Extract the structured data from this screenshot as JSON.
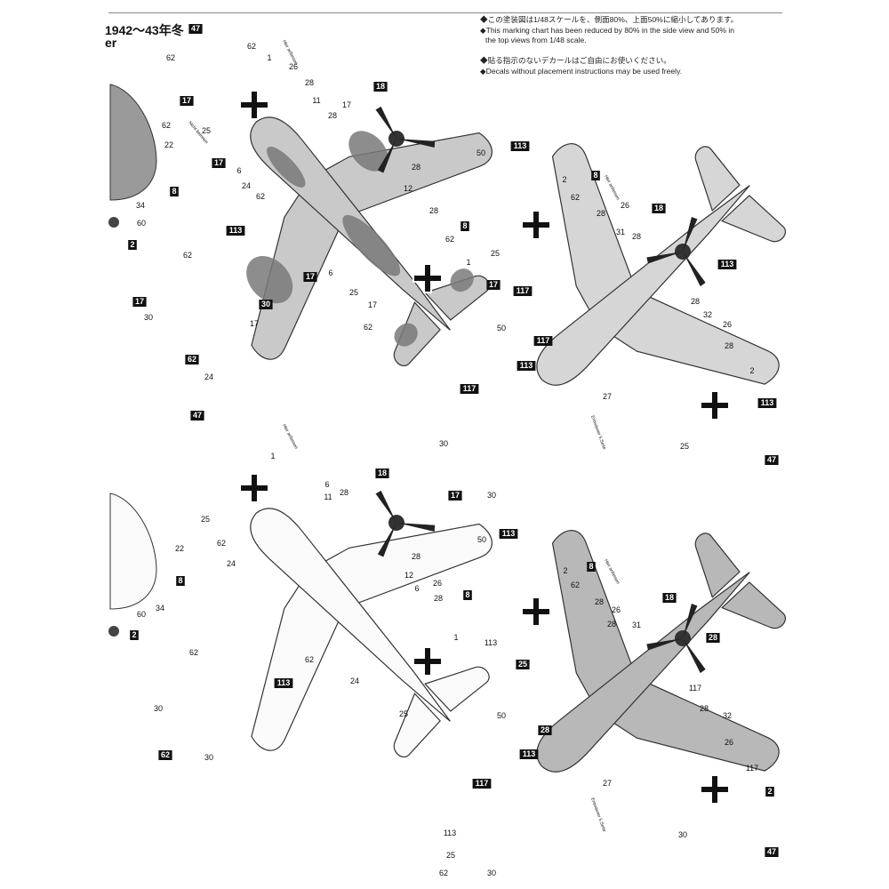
{
  "header": {
    "title": "1942～43年冬",
    "subtitle": "er"
  },
  "notes": {
    "scale_jp": "◆この塗装図は1/48スケールを、側面80%、上面50%に縮小してあります。",
    "scale_en_1": "◆This marking chart has been reduced by 80% in the side view and 50% in",
    "scale_en_2": "the top views from 1/48 scale.",
    "decal_jp": "◆貼る指示のないデカールはご自由にお使いください。",
    "decal_en": "◆Decals without placement instructions may be used freely."
  },
  "stencils": {
    "hier": "Hier anfassen",
    "nicht": "Nicht betreten",
    "entwasser": "Entwässer 5.Seite"
  },
  "views": {
    "v1": {
      "labels": [
        "47",
        "62",
        "62",
        "1",
        "26",
        "28",
        "11",
        "28",
        "17",
        "17",
        "25",
        "62",
        "22",
        "17",
        "6",
        "24",
        "62",
        "28",
        "18",
        "12",
        "28",
        "8",
        "62",
        "113",
        "1",
        "17",
        "62",
        "17",
        "17",
        "30",
        "62",
        "24",
        "6",
        "25",
        "17",
        "62",
        "17",
        "30",
        "50",
        "34",
        "60",
        "2",
        "8"
      ]
    },
    "v2": {
      "labels": [
        "50",
        "113",
        "2",
        "8",
        "62",
        "28",
        "26",
        "18",
        "31",
        "28",
        "113",
        "25",
        "117",
        "28",
        "32",
        "26",
        "28",
        "117",
        "113",
        "2",
        "27",
        "113",
        "117",
        "30",
        "25",
        "17",
        "30",
        "47"
      ]
    },
    "v3": {
      "labels": [
        "47",
        "1",
        "6",
        "11",
        "28",
        "18",
        "25",
        "62",
        "24",
        "28",
        "12",
        "6",
        "26",
        "28",
        "8",
        "22",
        "8",
        "34",
        "60",
        "2",
        "62",
        "62",
        "1",
        "113",
        "24",
        "25",
        "50",
        "30",
        "62",
        "30"
      ]
    },
    "v4": {
      "labels": [
        "50",
        "113",
        "8",
        "2",
        "62",
        "28",
        "18",
        "26",
        "28",
        "31",
        "28",
        "113",
        "25",
        "117",
        "28",
        "32",
        "26",
        "28",
        "113",
        "117",
        "27",
        "117",
        "2",
        "113",
        "30",
        "25",
        "30",
        "62",
        "47"
      ]
    }
  }
}
